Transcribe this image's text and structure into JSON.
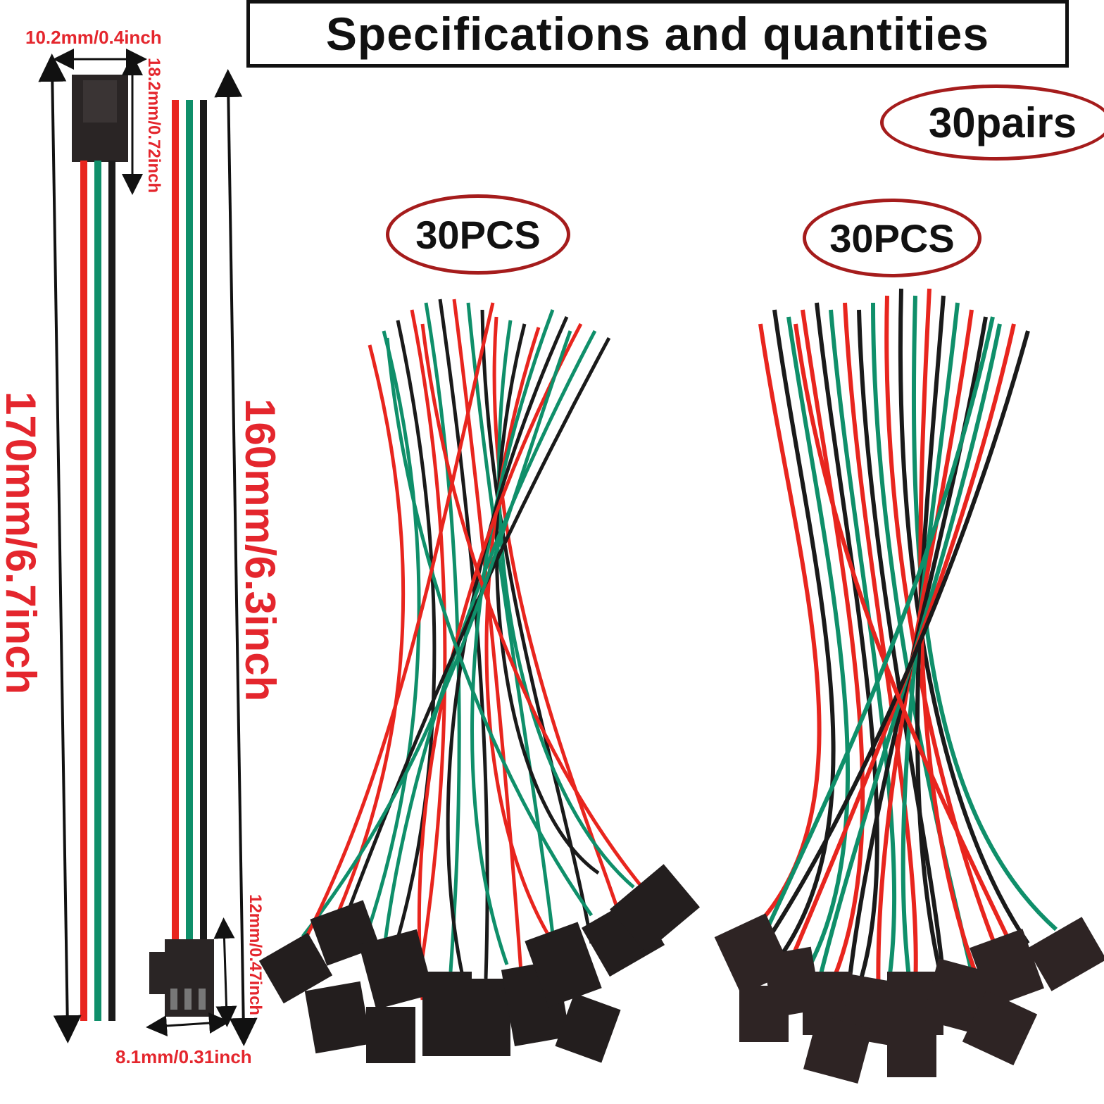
{
  "title": "Specifications and quantities",
  "pairs_badge": "30pairs",
  "pcs_badges": [
    "30PCS",
    "30PCS"
  ],
  "dimensions": {
    "connector_width_female": "10.2mm/0.4inch",
    "connector_height_female": "18.2mm/0.72inch",
    "cable_length_female": "170mm/6.7inch",
    "cable_length_male": "160mm/6.3inch",
    "connector_height_male": "12mm/0.47inch",
    "connector_width_male": "8.1mm/0.31inch"
  },
  "colors": {
    "wire_red": "#e8251e",
    "wire_green": "#0f8f6a",
    "wire_black": "#1a1a1a",
    "connector": "#2a2525",
    "dimension_text": "#e4262d",
    "badge_border": "#a51c1c"
  }
}
